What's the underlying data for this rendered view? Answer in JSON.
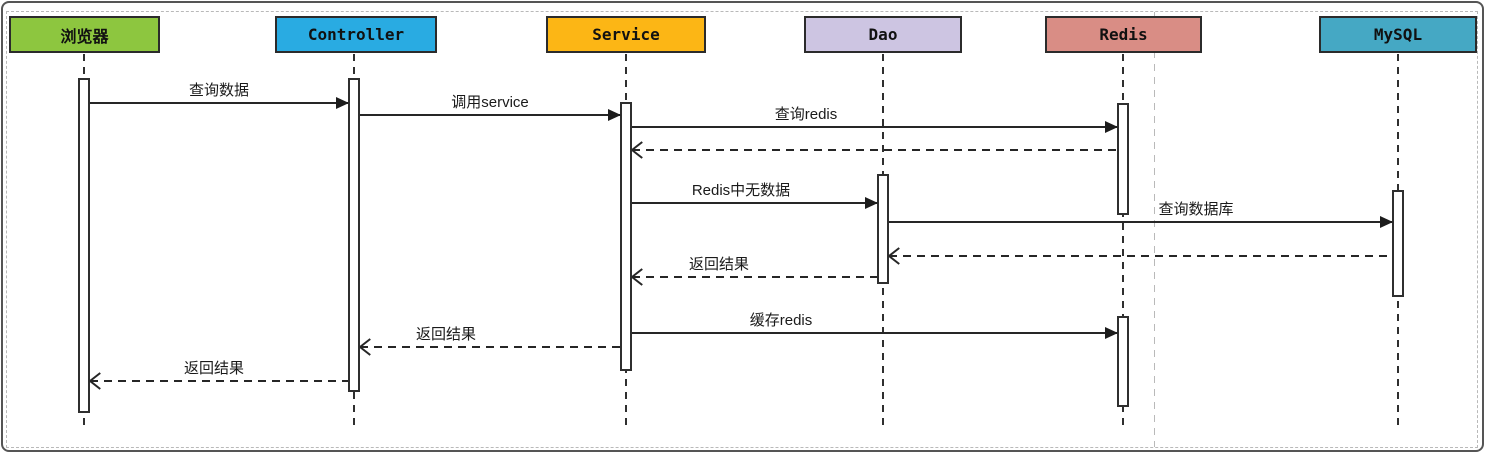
{
  "diagram": {
    "type": "uml-sequence",
    "participants": [
      {
        "id": "browser",
        "label": "浏览器",
        "color": "#8dc63f"
      },
      {
        "id": "controller",
        "label": "Controller",
        "color": "#29abe2"
      },
      {
        "id": "service",
        "label": "Service",
        "color": "#fcb615"
      },
      {
        "id": "dao",
        "label": "Dao",
        "color": "#cdc5e2"
      },
      {
        "id": "redis",
        "label": "Redis",
        "color": "#d98d85"
      },
      {
        "id": "mysql",
        "label": "MySQL",
        "color": "#45a8c4"
      }
    ],
    "messages": [
      {
        "from": "浏览器",
        "to": "Controller",
        "label": "查询数据",
        "style": "solid"
      },
      {
        "from": "Controller",
        "to": "Service",
        "label": "调用service",
        "style": "solid"
      },
      {
        "from": "Service",
        "to": "Redis",
        "label": "查询redis",
        "style": "solid"
      },
      {
        "from": "Redis",
        "to": "Service",
        "label": "",
        "style": "dashed"
      },
      {
        "from": "Service",
        "to": "Dao",
        "label": "Redis中无数据",
        "style": "solid"
      },
      {
        "from": "Dao",
        "to": "MySQL",
        "label": "查询数据库",
        "style": "solid"
      },
      {
        "from": "MySQL",
        "to": "Dao",
        "label": "",
        "style": "dashed"
      },
      {
        "from": "Dao",
        "to": "Service",
        "label": "返回结果",
        "style": "dashed"
      },
      {
        "from": "Service",
        "to": "Redis",
        "label": "缓存redis",
        "style": "solid"
      },
      {
        "from": "Service",
        "to": "Controller",
        "label": "返回结果",
        "style": "dashed"
      },
      {
        "from": "Controller",
        "to": "浏览器",
        "label": "返回结果",
        "style": "dashed"
      }
    ],
    "colors": {
      "line": "#262626",
      "page_guide": "#b9b9b9",
      "activation_fill": "#ffffff"
    }
  }
}
